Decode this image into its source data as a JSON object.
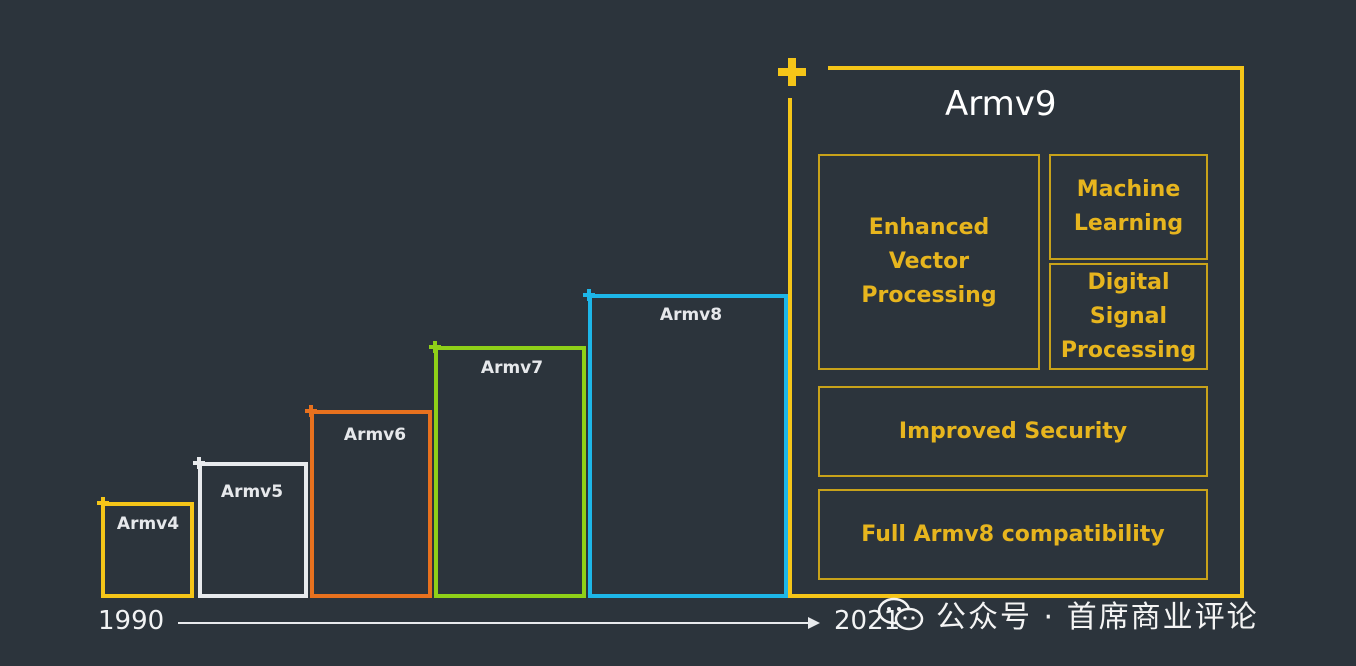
{
  "steps": [
    {
      "label": "Armv4",
      "color": "#f5c518"
    },
    {
      "label": "Armv5",
      "color": "#e8eaed"
    },
    {
      "label": "Armv6",
      "color": "#e8711e"
    },
    {
      "label": "Armv7",
      "color": "#8fd018"
    },
    {
      "label": "Armv8",
      "color": "#1db6e8"
    }
  ],
  "armv9": {
    "label": "Armv9",
    "color": "#f5c518",
    "features": {
      "vector": "Enhanced\nVector\nProcessing",
      "ml": "Machine\nLearning",
      "dsp": "Digital\nSignal\nProcessing",
      "security": "Improved Security",
      "compat": "Full Armv8 compatibility"
    }
  },
  "timeline": {
    "start": "1990",
    "end": "2021"
  },
  "watermark": {
    "text": "公众号 · 首席商业评论",
    "icon": "wechat-icon"
  }
}
